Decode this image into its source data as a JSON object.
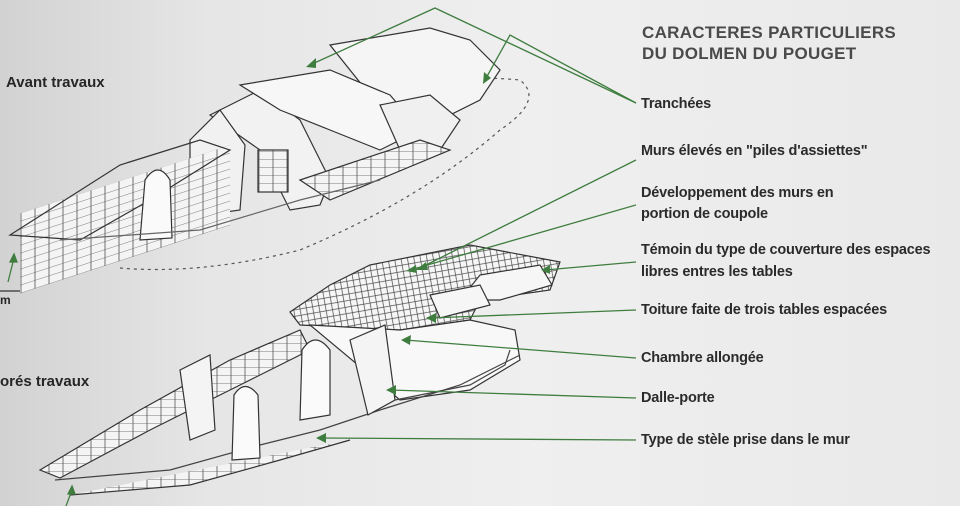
{
  "title": {
    "line1": "CARACTERES PARTICULIERS",
    "line2": "DU DOLMEN DU POUGET"
  },
  "states": {
    "before": "Avant travaux",
    "after": "orés travaux",
    "scale_unit": "m"
  },
  "callouts": [
    {
      "id": "tranchees",
      "lines": [
        "Tranchées"
      ]
    },
    {
      "id": "murs",
      "lines": [
        "Murs élevés en \"piles d'assiettes\""
      ]
    },
    {
      "id": "coupole",
      "lines": [
        "Développement des murs en",
        "portion de coupole"
      ]
    },
    {
      "id": "temoin",
      "lines": [
        "Témoin du type de couverture des espaces",
        "libres entres les tables"
      ]
    },
    {
      "id": "toiture",
      "lines": [
        "Toiture faite de trois tables espacées"
      ]
    },
    {
      "id": "chambre",
      "lines": [
        "Chambre allongée"
      ]
    },
    {
      "id": "dalle",
      "lines": [
        "Dalle-porte"
      ]
    },
    {
      "id": "stele",
      "lines": [
        "Type de stèle prise dans le mur"
      ]
    }
  ],
  "colors": {
    "leader": "#3f7d3f",
    "ink": "#2b2b2b",
    "title": "#4a4a4a"
  }
}
